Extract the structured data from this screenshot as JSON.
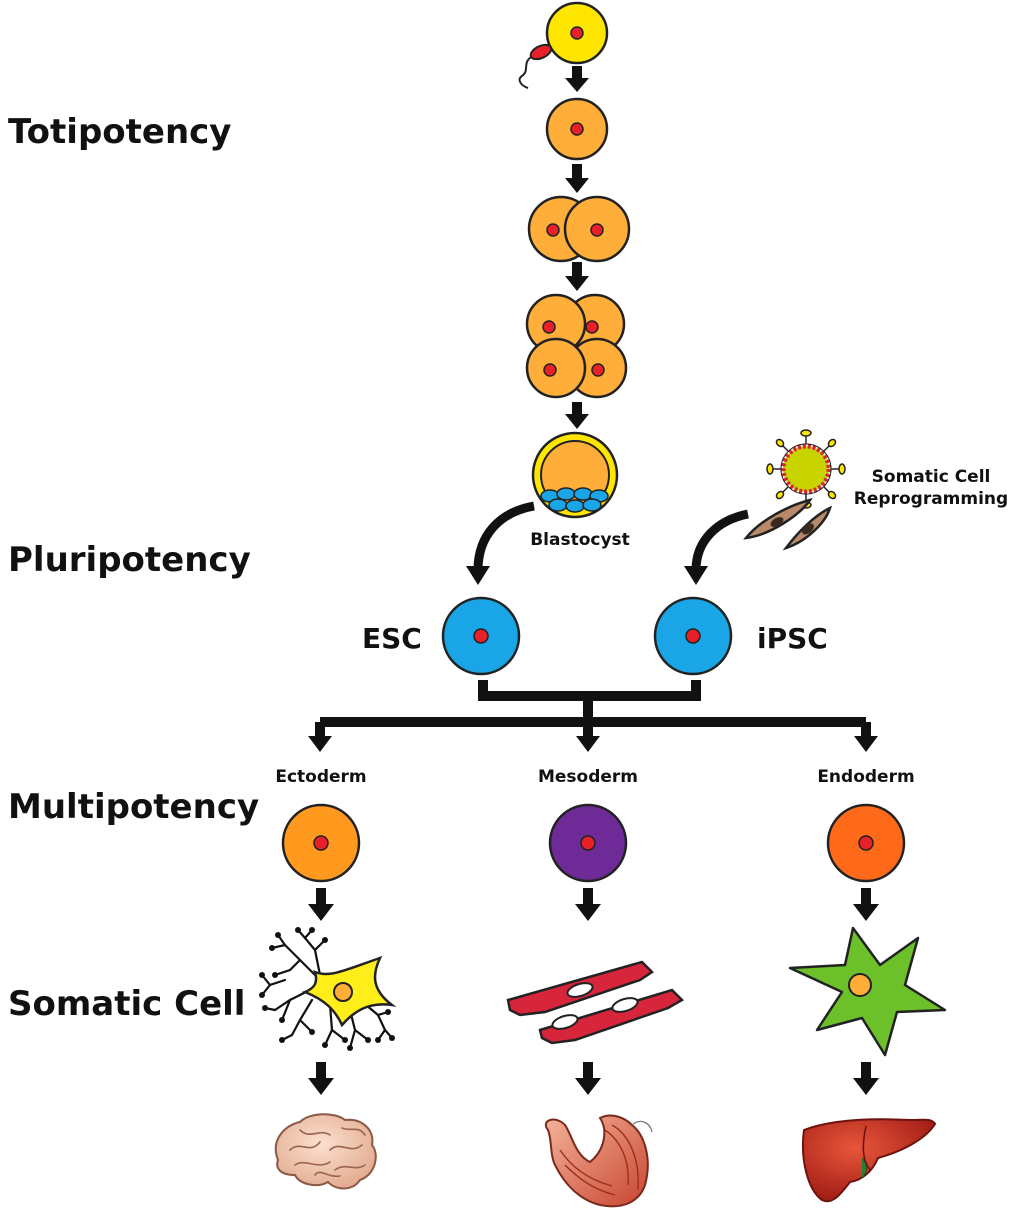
{
  "stages": {
    "totipotency": "Totipotency",
    "pluripotency": "Pluripotency",
    "multipotency": "Multipotency",
    "somatic_cell": "Somatic Cell"
  },
  "labels": {
    "blastocyst": "Blastocyst",
    "reprogramming_line1": "Somatic Cell",
    "reprogramming_line2": "Reprogramming",
    "esc": "ESC",
    "ipsc": "iPSC",
    "ectoderm": "Ectoderm",
    "mesoderm": "Mesoderm",
    "endoderm": "Endoderm"
  },
  "icons": {
    "fertilization": "sperm-egg-icon",
    "zygote": "zygote-icon",
    "two_cell": "two-cell-embryo-icon",
    "four_cell": "four-cell-embryo-icon",
    "blastocyst": "blastocyst-icon",
    "virus": "virus-icon",
    "fibroblasts": "fibroblast-icon",
    "neuron": "neuron-icon",
    "muscle_fibers": "muscle-fiber-icon",
    "liver_cell": "hepatocyte-icon",
    "brain": "brain-icon",
    "arm_muscle": "arm-muscle-icon",
    "liver": "liver-icon"
  },
  "colors": {
    "egg": "#FFE600",
    "embryo": "#FFAE3A",
    "pluripotent": "#1AA5E6",
    "ectoderm": "#FF9A1F",
    "mesoderm": "#6E2A96",
    "endoderm": "#FF6A1A",
    "nucleus": "#E8202A",
    "neuron": "#FFEE1A",
    "hepatocyte": "#6CC02A",
    "muscle": "#D7263B",
    "arrow": "#111111"
  }
}
